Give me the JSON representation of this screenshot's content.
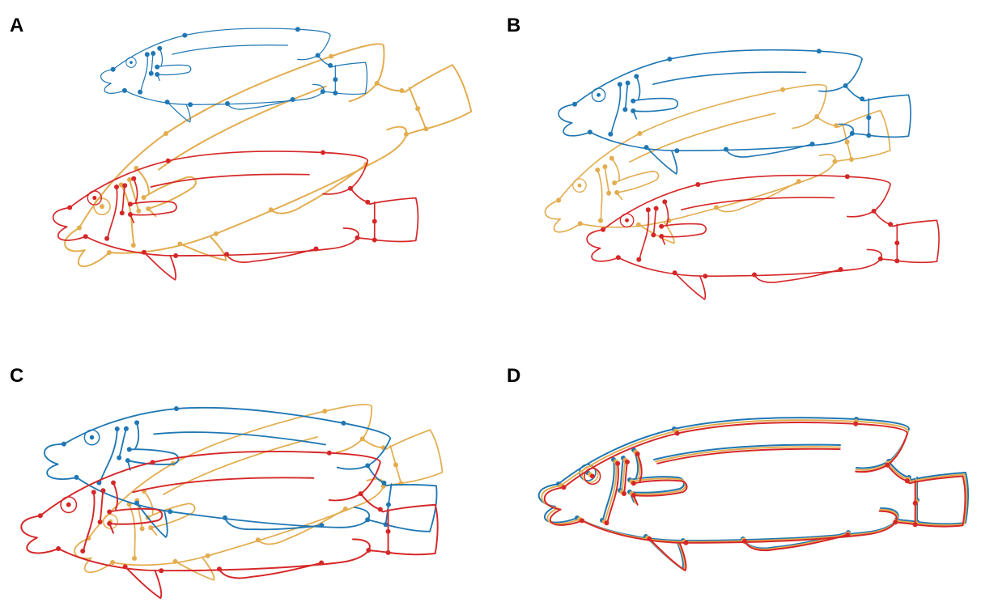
{
  "colors": {
    "fish_blue": "#1f77b4",
    "fish_gold": "#e3ad4f",
    "fish_red": "#d62728"
  },
  "panels": [
    {
      "label": "A"
    },
    {
      "label": "B"
    },
    {
      "label": "C"
    },
    {
      "label": "D"
    }
  ]
}
